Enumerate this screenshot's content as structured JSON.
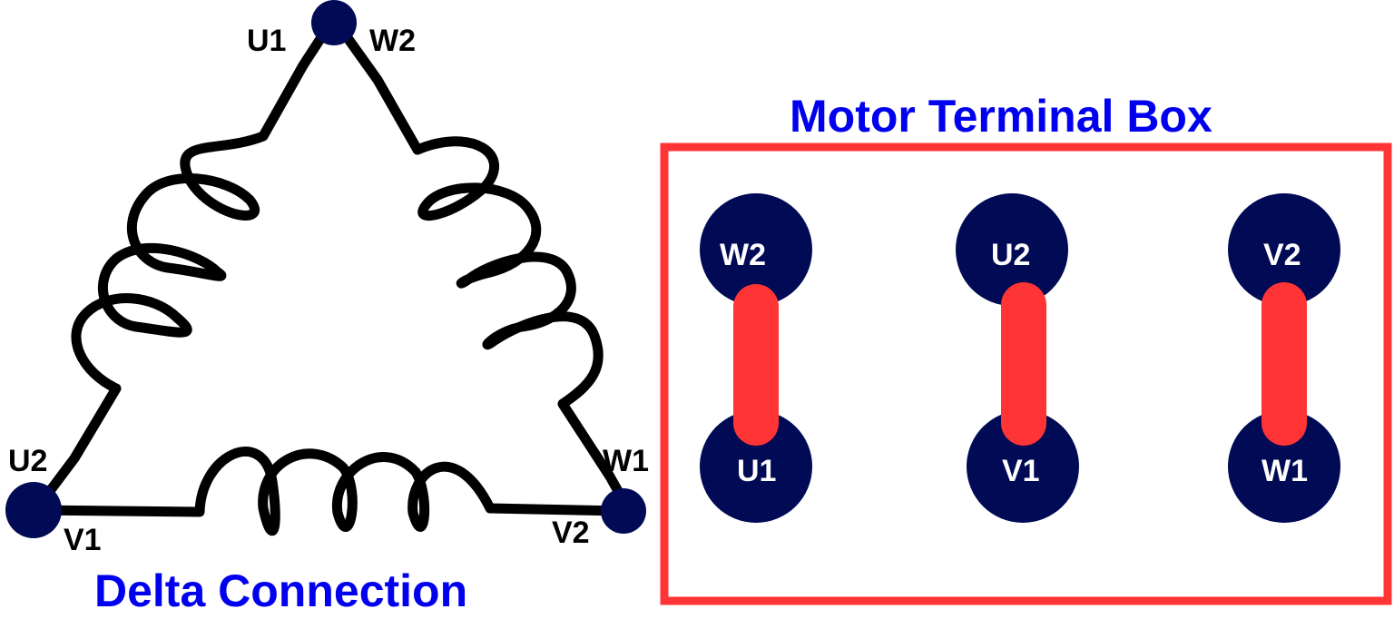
{
  "colors": {
    "node": "#000a55",
    "accent": "#ff3434",
    "title": "#0000ee",
    "wire": "#000000",
    "terminal_text": "#ffffff"
  },
  "delta": {
    "title": "Delta Connection",
    "labels": {
      "top_left": "U1",
      "top_right": "W2",
      "bottom_left_top": "U2",
      "bottom_left_bottom": "V1",
      "bottom_right_top": "W1",
      "bottom_right_bottom": "V2"
    }
  },
  "terminal_box": {
    "title": "Motor Terminal Box",
    "top_row": [
      "W2",
      "U2",
      "V2"
    ],
    "bottom_row": [
      "U1",
      "V1",
      "W1"
    ],
    "bridges": [
      {
        "from": "W2",
        "to": "U1"
      },
      {
        "from": "U2",
        "to": "V1"
      },
      {
        "from": "V2",
        "to": "W1"
      }
    ]
  }
}
